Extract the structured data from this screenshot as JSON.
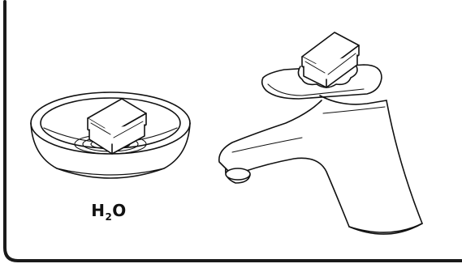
{
  "figure": {
    "icons": [
      "bowl-of-water-icon",
      "cleaning-tablet-icon",
      "faucet-icon"
    ],
    "colors": {
      "line": "#111111",
      "background": "#ffffff",
      "border": "#1a1a1a"
    }
  },
  "labels": {
    "formula_main": "H",
    "formula_sub": "2",
    "formula_end": "O"
  }
}
